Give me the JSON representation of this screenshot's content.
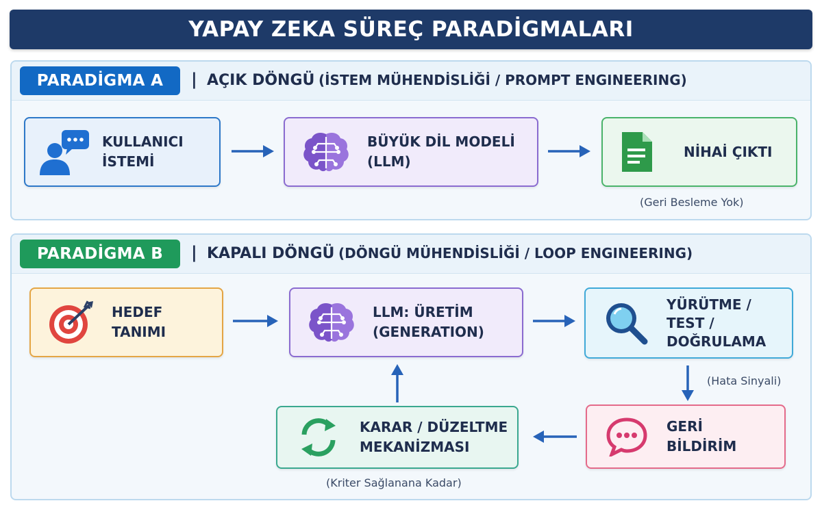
{
  "title": "YAPAY ZEKA SÜREÇ PARADİGMALARI",
  "paradigm_a": {
    "tag": "PARADİGMA A",
    "separator": "|",
    "title_main": "AÇIK DÖNGÜ",
    "title_sub": "(İSTEM MÜHENDİSLİĞİ / PROMPT ENGINEERING)",
    "nodes": {
      "user_prompt": "KULLANICI\nİSTEMİ",
      "llm": "BÜYÜK DİL MODELİ\n(LLM)",
      "final_output": "NİHAİ ÇIKTI"
    },
    "note": "(Geri Besleme Yok)"
  },
  "paradigm_b": {
    "tag": "PARADİGMA B",
    "separator": "|",
    "title_main": "KAPALI DÖNGÜ",
    "title_sub": "(DÖNGÜ MÜHENDİSLİĞİ / LOOP ENGINEERING)",
    "nodes": {
      "goal": "HEDEF\nTANIMI",
      "generation": "LLM: ÜRETİM\n(GENERATION)",
      "execution": "YÜRÜTME /\nTEST /\nDOĞRULAMA",
      "feedback": "GERİ\nBİLDİRİM",
      "decision": "KARAR / DÜZELTME\nMEKANİZMASI"
    },
    "error_signal": "(Hata Sinyali)",
    "loop_note": "(Kriter Sağlanana Kadar)"
  },
  "colors": {
    "title_bg": "#1e3a68",
    "tag_a": "#1269c4",
    "tag_b": "#1f9a5b",
    "arrow": "#2763b8"
  }
}
